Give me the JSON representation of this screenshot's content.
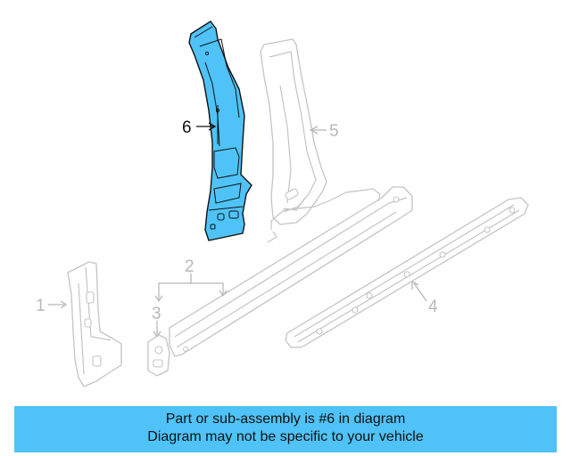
{
  "diagram": {
    "callouts": [
      "1",
      "2",
      "3",
      "4",
      "5",
      "6"
    ],
    "highlighted_part": "6",
    "highlight_color": "#4fc3f7",
    "ghost_color": "#c4c4c4"
  },
  "banner": {
    "line1": "Part or sub-assembly is #6 in diagram",
    "line2": "Diagram may not be specific to your vehicle",
    "color": "#4fc3f7"
  }
}
